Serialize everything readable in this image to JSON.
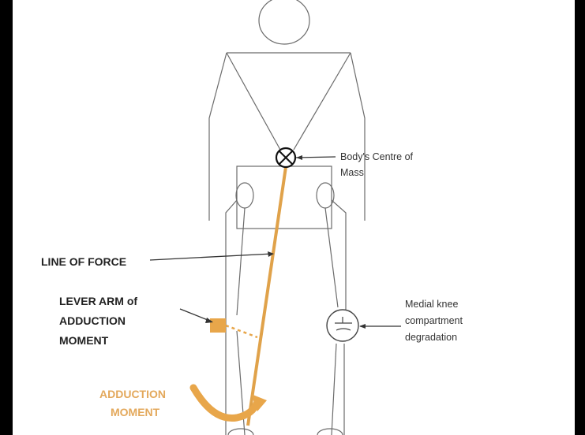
{
  "colors": {
    "background_left": "#000000",
    "panel": "#ffffff",
    "outline": "#6b6b6b",
    "force": "#e0a24a",
    "adduction": "#f0b15e",
    "text": "#222222"
  },
  "labels": {
    "centre_of_mass_line1": "Body's Centre of",
    "centre_of_mass_line2": "Mass",
    "line_of_force": "LINE OF FORCE",
    "lever_arm_line1": "LEVER ARM of",
    "lever_arm_line2": "ADDUCTION",
    "lever_arm_line3": "MOMENT",
    "medial_line1": "Medial knee",
    "medial_line2": "compartment",
    "medial_line3": "degradation",
    "adduction_line1": "ADDUCTION",
    "adduction_line2": "MOMENT"
  },
  "icons": {
    "centre_of_mass": "circle-cross-icon",
    "medial_knee": "knee-joint-icon"
  }
}
